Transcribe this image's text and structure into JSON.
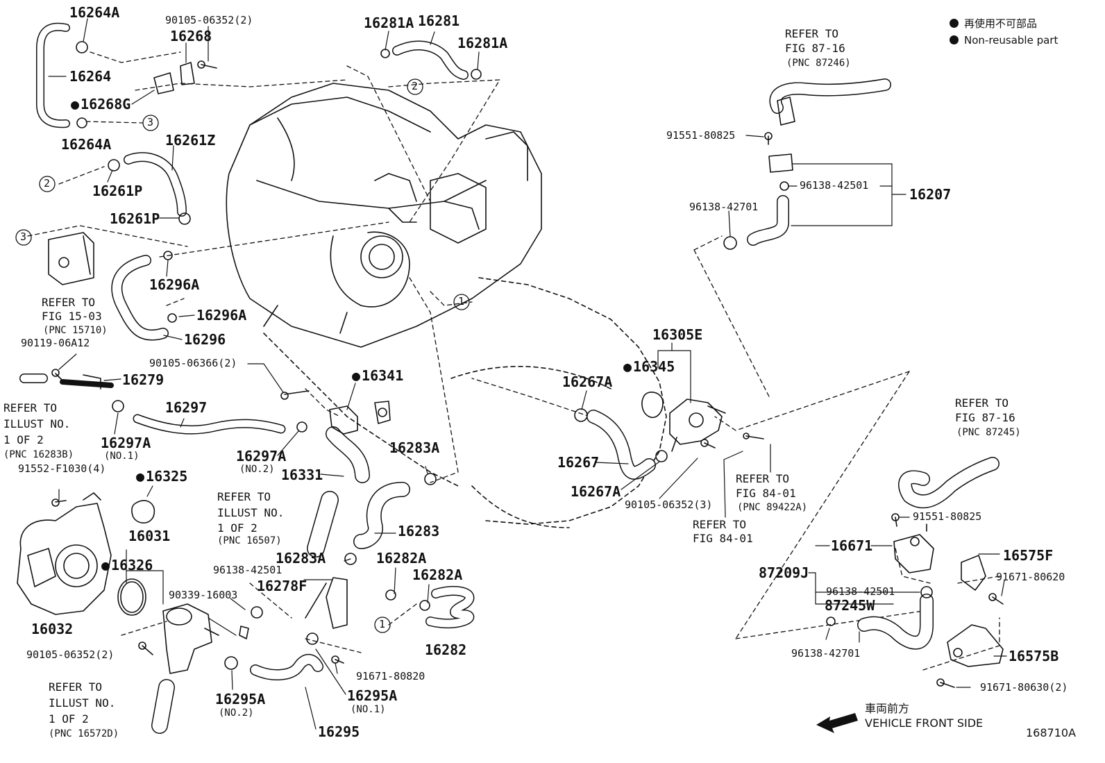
{
  "legend": [
    {
      "text": "再使用不可部品"
    },
    {
      "text": "Non-reusable part"
    }
  ],
  "callouts": [
    "1",
    "2",
    "3"
  ],
  "labels": {
    "p16264A_top": "16264A",
    "p90105_06352_2_top": "90105-06352(2)",
    "p16268": "16268",
    "p16264": "16264",
    "p16268G": "16268G",
    "p16264A_bot": "16264A",
    "p16261Z": "16261Z",
    "p16261P_a": "16261P",
    "p16261P_b": "16261P",
    "p16296A_a": "16296A",
    "p16296A_b": "16296A",
    "p16296": "16296",
    "p90119_06A12": "90119-06A12",
    "p16279": "16279",
    "p16297": "16297",
    "p16297A_a": "16297A",
    "p16297A_a_sub": "(NO.1)",
    "p91552": "91552-F1030(4)",
    "p16325": "16325",
    "p16031": "16031",
    "p16326": "16326",
    "p16032": "16032",
    "p90105_06352_2_bot": "90105-06352(2)",
    "p90105_06366": "90105-06366(2)",
    "p16341": "16341",
    "p16297A_b": "16297A",
    "p16297A_b_sub": "(NO.2)",
    "p16331": "16331",
    "p16281A_a": "16281A",
    "p16281": "16281",
    "p16281A_b": "16281A",
    "p16283A_a": "16283A",
    "p16283": "16283",
    "p16283A_b": "16283A",
    "p16282A_a": "16282A",
    "p16282A_b": "16282A",
    "p16282": "16282",
    "p96138_42501_mid": "96138-42501",
    "p16278F": "16278F",
    "p90339": "90339-16003",
    "p91671_80820": "91671-80820",
    "p16295A_a": "16295A",
    "p16295A_a_sub": "(NO.2)",
    "p16295A_b": "16295A",
    "p16295A_b_sub": "(NO.1)",
    "p16295": "16295",
    "p16267A_a": "16267A",
    "p16267": "16267",
    "p16267A_b": "16267A",
    "p16305E": "16305E",
    "p16345": "16345",
    "p90105_06352_3": "90105-06352(3)",
    "p91551_80825_top": "91551-80825",
    "p96138_42501_top": "96138-42501",
    "p16207": "16207",
    "p96138_42701_top": "96138-42701",
    "p91551_80825_bot": "91551-80825",
    "p16671": "16671",
    "p16575F": "16575F",
    "p87209J": "87209J",
    "p91671_80620": "91671-80620",
    "p96138_42501_bot": "96138-42501",
    "p87245W": "87245W",
    "p96138_42701_bot": "96138-42701",
    "p16575B": "16575B",
    "p91671_80630": "91671-80630(2)"
  },
  "refs": {
    "fig15_03": [
      "REFER TO",
      "FIG 15-03",
      "(PNC 15710)"
    ],
    "illust_16283B": [
      "REFER TO",
      "ILLUST NO.",
      "1 OF 2",
      "(PNC 16283B)"
    ],
    "illust_16507": [
      "REFER TO",
      "ILLUST NO.",
      "1 OF 2",
      "(PNC 16507)"
    ],
    "illust_16572D": [
      "REFER TO",
      "ILLUST NO.",
      "1 OF 2",
      "(PNC 16572D)"
    ],
    "fig87_16_top": [
      "REFER TO",
      "FIG 87-16",
      "(PNC 87246)"
    ],
    "fig87_16_bot": [
      "REFER TO",
      "FIG 87-16",
      "(PNC 87245)"
    ],
    "fig84_01_a": [
      "REFER TO",
      "FIG 84-01",
      "(PNC 89422A)"
    ],
    "fig84_01_b": [
      "REFER TO",
      "FIG 84-01"
    ]
  },
  "direction": {
    "jp": "車両前方",
    "en": "VEHICLE FRONT SIDE"
  },
  "figure_id": "168710A"
}
